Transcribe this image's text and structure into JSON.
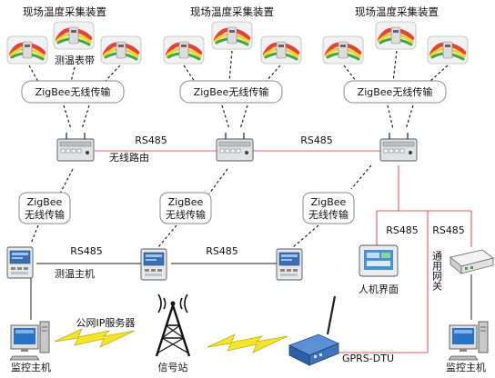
{
  "labels": {
    "site_a_title": "现场温度采集装置",
    "site_b_title": "现场温度采集装置",
    "site_c_title": "现场温度采集装置",
    "temp_strip": "测温表带",
    "zigbee_top_1": "ZigBee无线传输",
    "zigbee_top_2": "ZigBee无线传输",
    "zigbee_top_3": "ZigBee无线传输",
    "rs485_router_1": "RS485",
    "rs485_router_2": "RS485",
    "wireless_router": "无线路由",
    "zigbee_mid_line1": "ZigBee",
    "zigbee_mid_line2": "无线传输",
    "rs485_host_1": "RS485",
    "rs485_host_2": "RS485",
    "temp_host": "测温主机",
    "rs485_hmi": "RS485",
    "rs485_gateway": "RS485",
    "gateway": "通用网关",
    "hmi": "人机界面",
    "public_ip_server": "公网IP服务器",
    "signal_station": "信号站",
    "gprs_dtu": "GPRS-DTU",
    "monitor_left": "监控主机",
    "monitor_right": "监控主机"
  },
  "colors": {
    "bubble_border": "#8a8a8a",
    "rs485_link": "#e35a5a",
    "wire": "#4a4a4a",
    "lightning": "#f5e52a",
    "strap_red": "#e0443a",
    "strap_yellow": "#f4d62a",
    "strap_green": "#3aa847"
  },
  "icons": [
    "temperature-strap-icon",
    "wireless-router-icon",
    "temperature-host-icon",
    "hmi-panel-icon",
    "gateway-icon",
    "signal-tower-icon",
    "gprs-dtu-icon",
    "monitor-computer-icon",
    "lightning-icon"
  ]
}
